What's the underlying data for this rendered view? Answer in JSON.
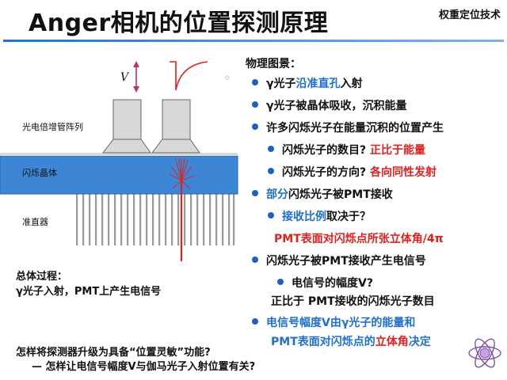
{
  "header": {
    "title": "Anger相机的位置探测原理",
    "topic": "权重定位技术"
  },
  "diagram": {
    "label_pmt": "光电倍增管阵列",
    "label_crystal": "闪烁晶体",
    "label_collimator": "准直器",
    "label_v": "V",
    "colors": {
      "crystal": "#3d86d6",
      "pmt": "#d8d8d8",
      "signal": "#e0201f",
      "gamma": "#e0201f"
    }
  },
  "principle": {
    "heading": "物理图景：",
    "items": [
      {
        "parts": [
          "γ光子",
          "沿准直孔",
          "入射"
        ]
      },
      {
        "parts": [
          "γ光子被晶体吸收，沉积能量"
        ]
      },
      {
        "parts": [
          "许多闪烁光子在能量沉积的位置产生"
        ]
      },
      {
        "parts": [
          "闪烁光子的数目? ",
          "正比于能量"
        ]
      },
      {
        "parts": [
          "闪烁光子的方向? ",
          "各向同性发射"
        ]
      },
      {
        "parts": [
          "部分",
          "闪烁光子被PMT接收"
        ]
      },
      {
        "parts": [
          "接收比例",
          "取决于？"
        ]
      },
      {
        "parts": [
          "PMT表面对闪烁点所张立体角/4π"
        ]
      },
      {
        "parts": [
          "闪烁光子被PMT接收产生电信号"
        ]
      },
      {
        "parts": [
          "电信号的幅度V?"
        ]
      },
      {
        "parts": [
          "正比于 PMT接收的闪烁光子数目"
        ]
      },
      {
        "parts": [
          "电信号幅度V由γ光子的能量和"
        ]
      },
      {
        "parts": [
          "PMT表面对闪烁点的",
          "立体角",
          "决定"
        ]
      }
    ]
  },
  "summary": {
    "line1": "总体过程：",
    "line2": "γ光子入射，PMT上产生电信号"
  },
  "question": {
    "line1": "怎样将探测器升级为具备“位置灵敏”功能?",
    "line2": "— 怎样让电信号幅度V与伽马光子入射位置有关?"
  }
}
